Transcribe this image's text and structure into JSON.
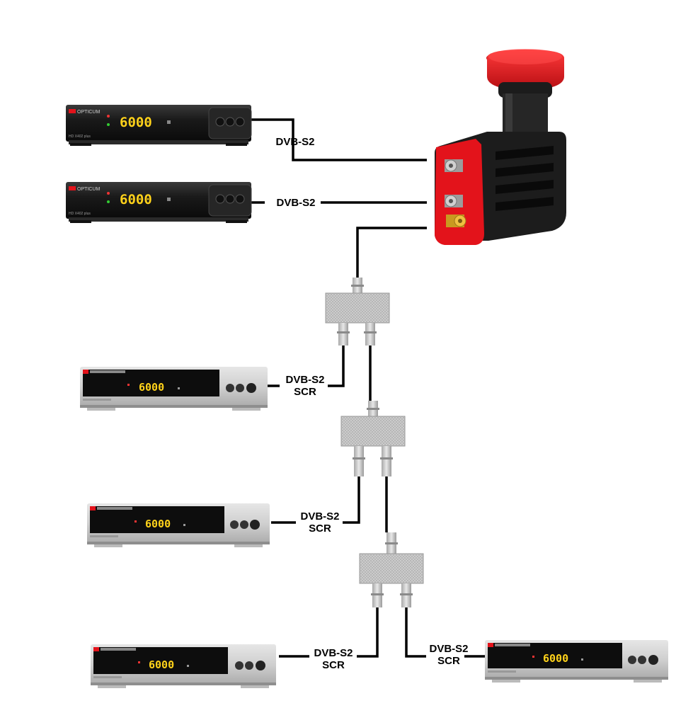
{
  "labels": {
    "dvbs2": "DVB-S2",
    "scr": "SCR"
  },
  "receivers": {
    "display_value": "6000",
    "brand_black": "OPTICUM",
    "model_black": "HD X402 plus"
  },
  "colors": {
    "line": "#000000",
    "receiver_black": "#1a1a1a",
    "receiver_silver": "#d4d4d4",
    "display_digits": "#ffd21a",
    "lnb_red": "#e3131b",
    "lnb_black": "#1c1c1c",
    "splitter_metal": "#c9c9c9"
  },
  "icons": {
    "lnb": "quad-lnb-unicable",
    "splitter": "two-way-splitter",
    "receiver": "satellite-receiver"
  }
}
